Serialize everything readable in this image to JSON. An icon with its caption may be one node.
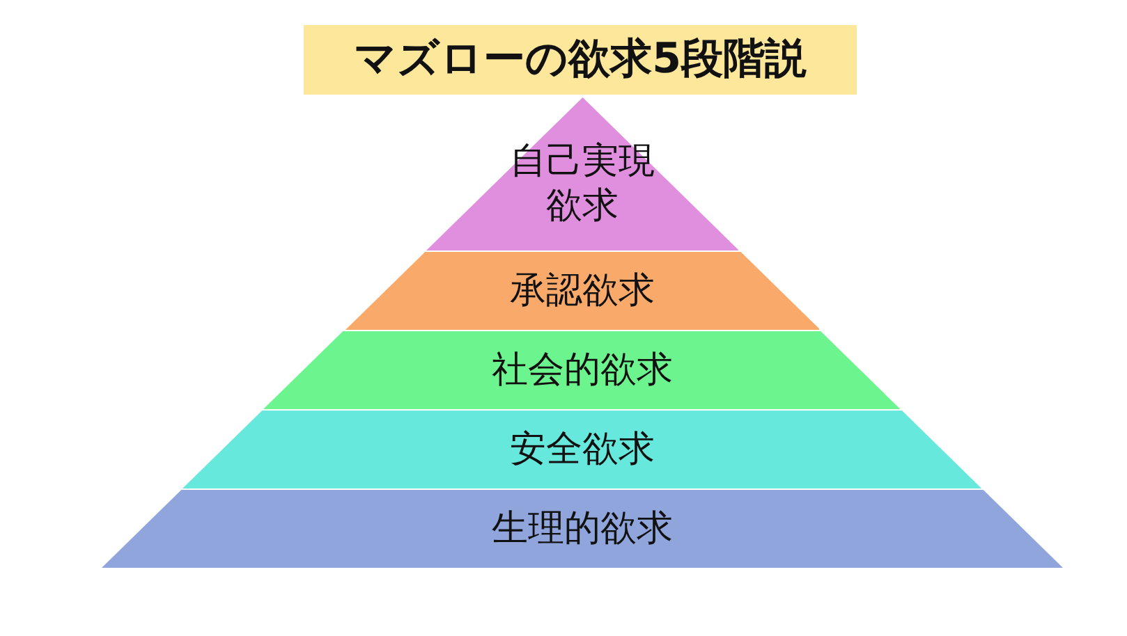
{
  "diagram": {
    "title": "マズローの欲求5段階説",
    "nodes": [
      {
        "text": [
          "自己実現欲求"
        ]
      },
      {
        "text": [
          "承認欲求"
        ]
      },
      {
        "text": [
          "社会的欲求"
        ]
      },
      {
        "text": [
          "安全欲求"
        ]
      },
      {
        "text": [
          "生理的欲求"
        ]
      }
    ]
  }
}
